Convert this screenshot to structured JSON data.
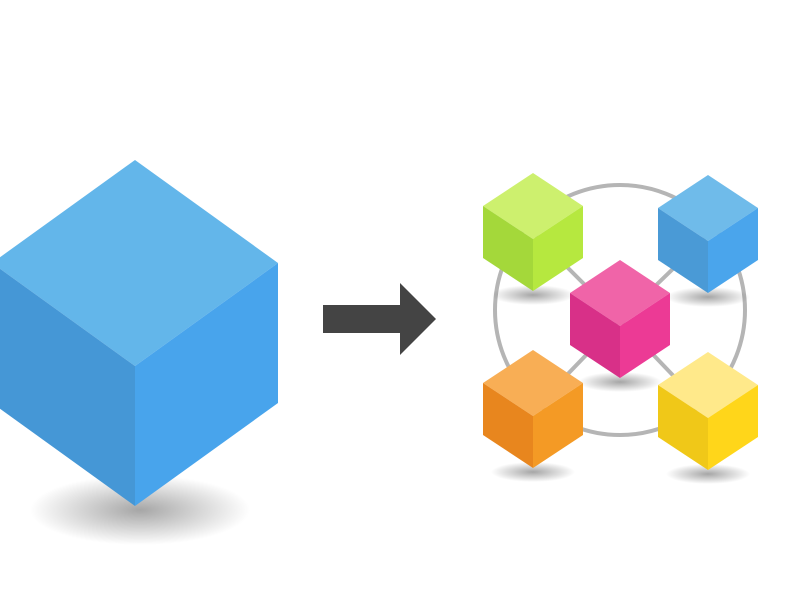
{
  "diagram": {
    "monolith": {
      "icon": "large-cube-icon",
      "colors": {
        "top": "#63b6ea",
        "left": "#4597d6",
        "right": "#48a4ec"
      }
    },
    "arrow": {
      "icon": "right-arrow-icon",
      "color": "#444444"
    },
    "ring_color": "#b5b5b5",
    "services": [
      {
        "name": "green",
        "colors": {
          "top": "#cdf06e",
          "left": "#a4d83a",
          "right": "#b6e83f"
        }
      },
      {
        "name": "blue",
        "colors": {
          "top": "#6fbbea",
          "left": "#4a9ad6",
          "right": "#4aa5ec"
        }
      },
      {
        "name": "pink",
        "colors": {
          "top": "#f064a8",
          "left": "#d83088",
          "right": "#ec3a95"
        }
      },
      {
        "name": "orange",
        "colors": {
          "top": "#f8ae55",
          "left": "#e8861e",
          "right": "#f49a25"
        }
      },
      {
        "name": "yellow",
        "colors": {
          "top": "#ffe98a",
          "left": "#f0c818",
          "right": "#ffd61a"
        }
      }
    ]
  }
}
